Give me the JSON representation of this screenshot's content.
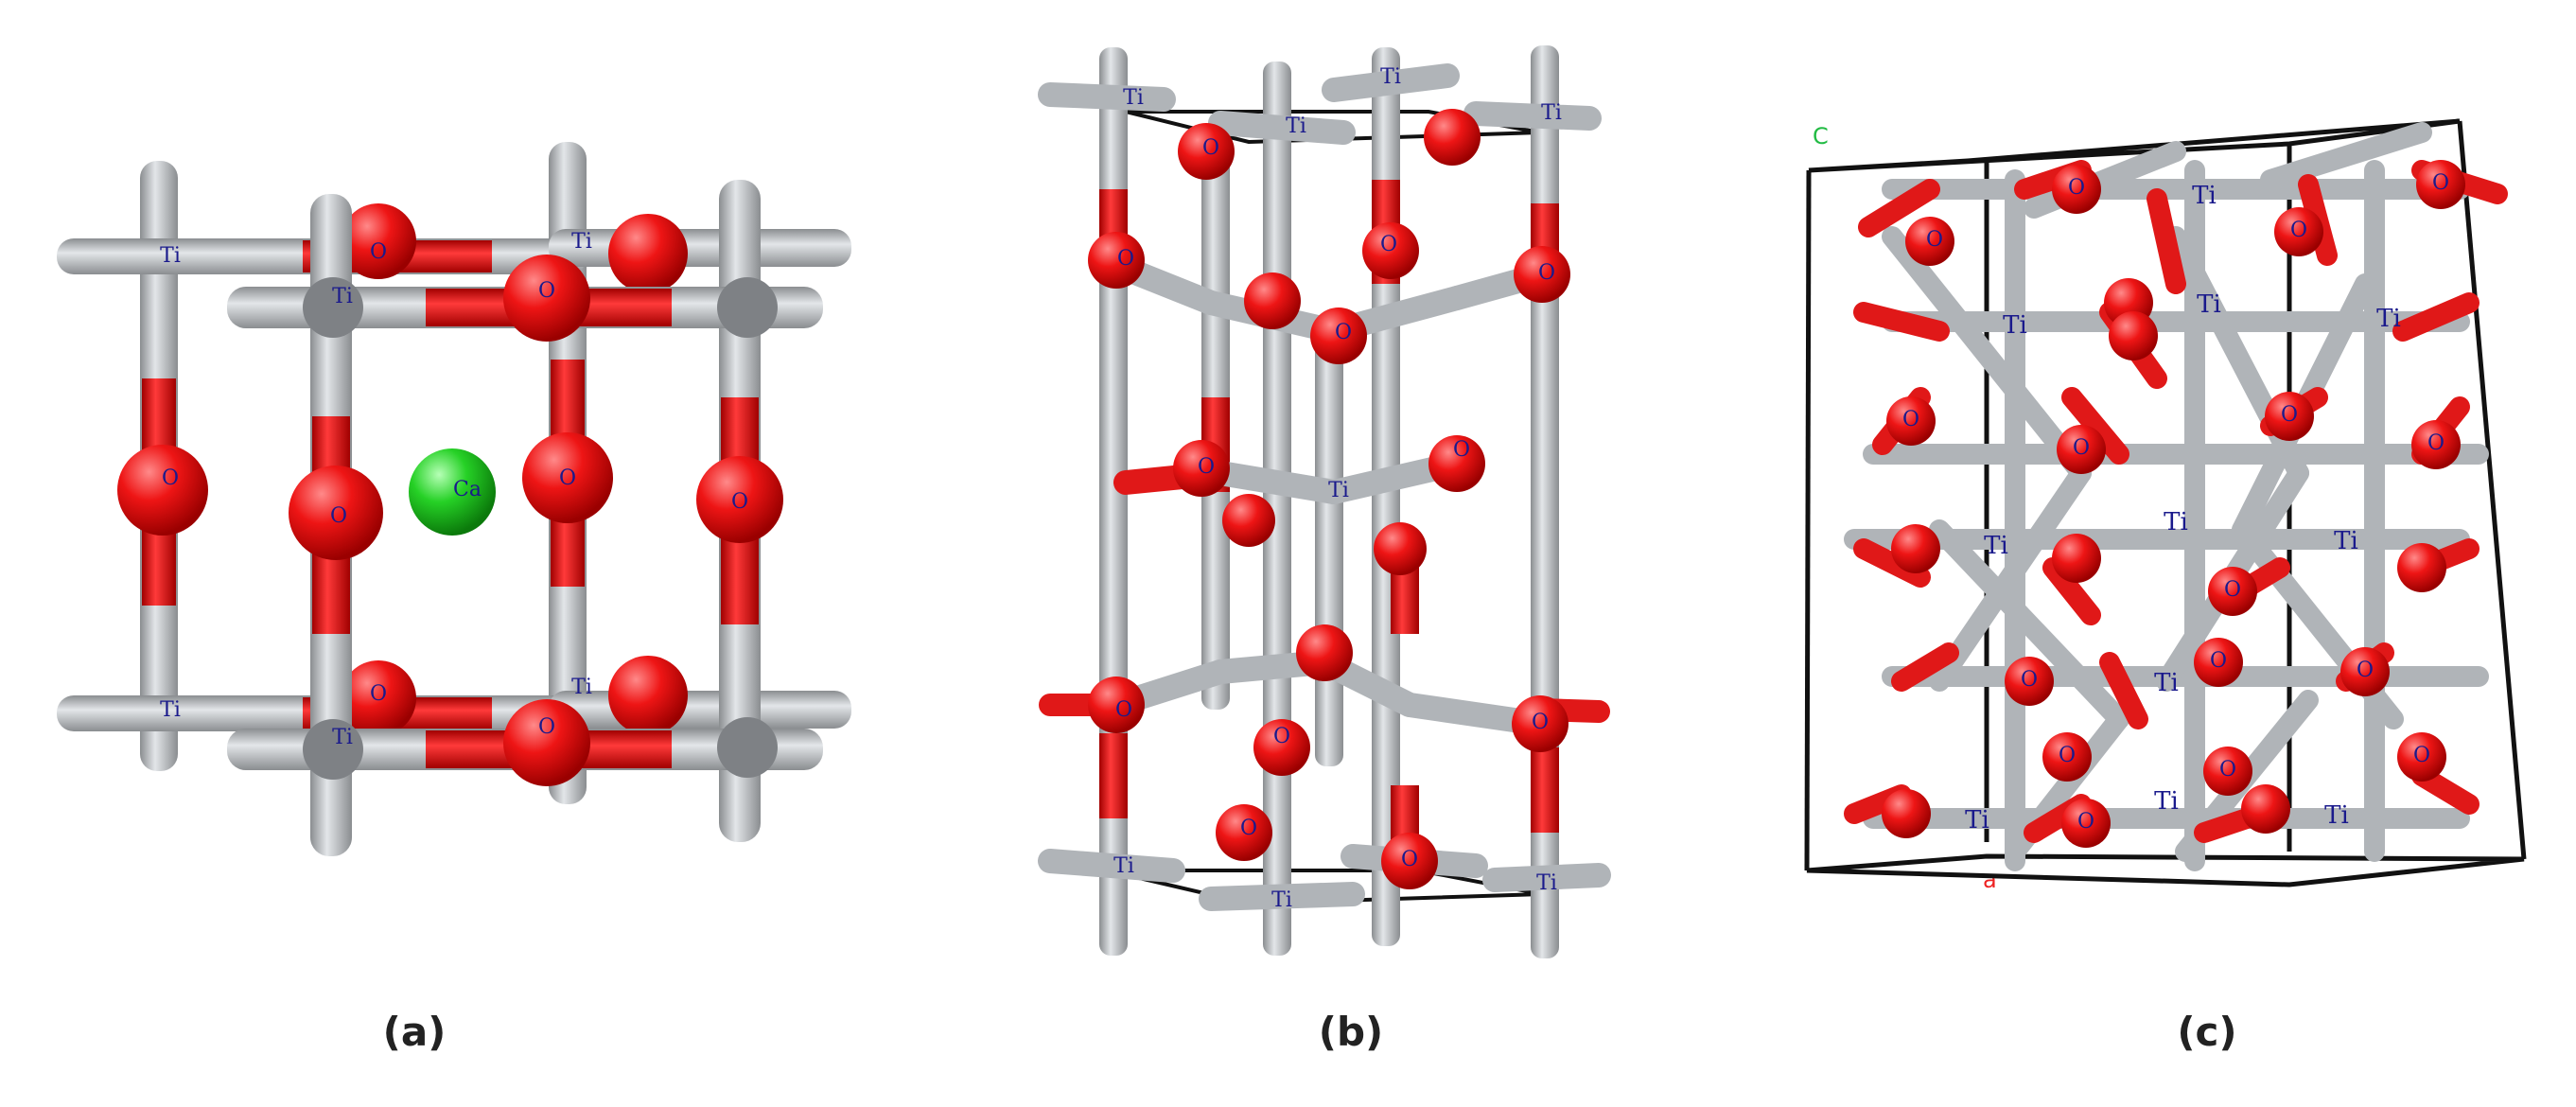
{
  "panels": [
    {
      "id": "a",
      "caption": "(a)",
      "atom_labels": {
        "ti": "Ti",
        "o": "O",
        "ca": "Ca"
      }
    },
    {
      "id": "b",
      "caption": "(b)",
      "atom_labels": {
        "ti": "Ti",
        "o": "O"
      }
    },
    {
      "id": "c",
      "caption": "(c)",
      "atom_labels": {
        "ti": "Ti",
        "o": "O"
      },
      "axis_labels": {
        "c": "C",
        "a": "a"
      }
    }
  ],
  "colors": {
    "titanium": "#c0c4c8",
    "oxygen": "#ee1010",
    "calcium": "#22cc22",
    "cell_edge": "#111111",
    "label_text": "#1a1a8c",
    "axis_c": "#22bb44",
    "axis_a": "#ee2222"
  }
}
